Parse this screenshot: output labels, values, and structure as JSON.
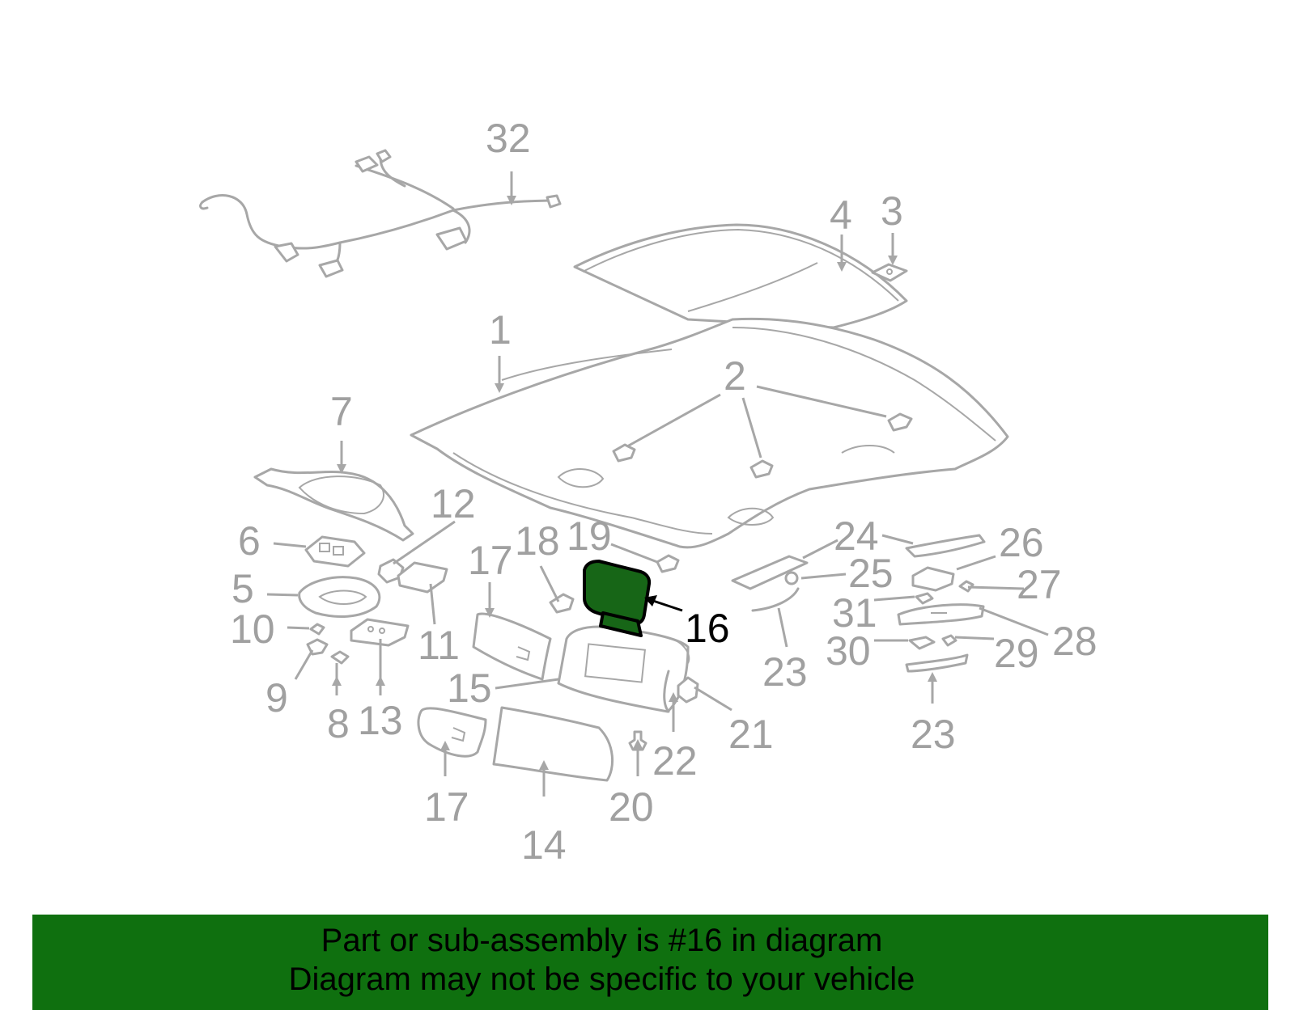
{
  "diagram": {
    "highlight_color": "#176617",
    "line_color": "#a7a7a7",
    "highlighted_part": "16",
    "callouts": {
      "c1": "1",
      "c2": "2",
      "c3": "3",
      "c4": "4",
      "c5": "5",
      "c6": "6",
      "c7": "7",
      "c8": "8",
      "c9": "9",
      "c10": "10",
      "c11": "11",
      "c12": "12",
      "c13": "13",
      "c14": "14",
      "c15": "15",
      "c16": "16",
      "c17a": "17",
      "c17b": "17",
      "c18": "18",
      "c19": "19",
      "c20": "20",
      "c21": "21",
      "c22": "22",
      "c23a": "23",
      "c23b": "23",
      "c24": "24",
      "c25": "25",
      "c26": "26",
      "c27": "27",
      "c28": "28",
      "c29": "29",
      "c30": "30",
      "c31": "31",
      "c32": "32"
    }
  },
  "banner": {
    "color": "#0f700f",
    "line1": "Part or sub-assembly is #16 in diagram",
    "line2": "Diagram may not be specific to your vehicle"
  }
}
